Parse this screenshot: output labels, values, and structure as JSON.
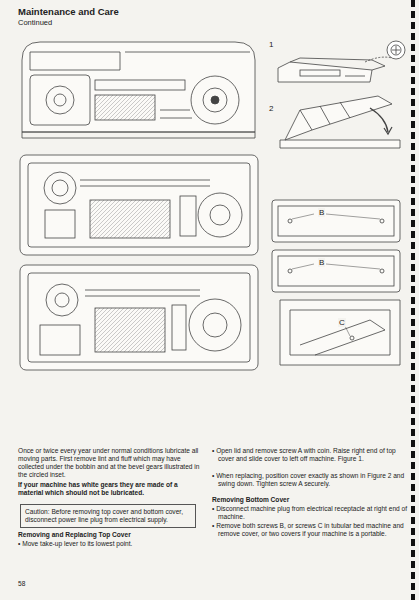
{
  "diagram": {
    "title": "Maintenance and Care",
    "nodes": [
      {
        "text": [
          "Caution: Before removing top cover and bottom cover, disconnect power line plug from electrical supply."
        ]
      }
    ],
    "labels": [
      "Continued",
      "1",
      "2",
      "B",
      "B",
      "C",
      "Once or twice every year under normal conditions lubricate all moving parts. First remove lint and fluff which may have collected under the bobbin and at the bevel gears illustrated in the circled inset.",
      "If your machine has white gears they are made of a material which should not be lubricated.",
      "Removing and Replacing Top Cover",
      "• Move take-up lever to its lowest point.",
      "• Open lid and remove screw A with coin. Raise right end of top cover and slide cover to left off machine. Figure 1.",
      "• When replacing, position cover exactly as shown in Figure 2 and swing down. Tighten screw A securely.",
      "Removing Bottom Cover",
      "• Disconnect machine plug from electrical receptacle at right end of machine.",
      "• Remove both screws B, or screws C in tubular bed machine and remove cover, or two covers if your machine is a portable.",
      "58"
    ]
  }
}
